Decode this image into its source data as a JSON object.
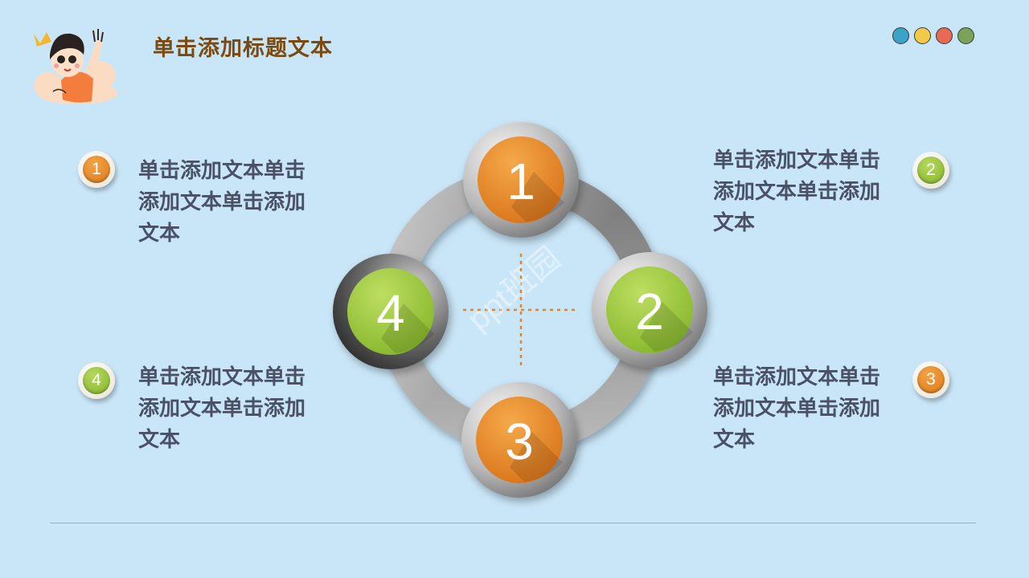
{
  "title": "单击添加标题文本",
  "watermark": "ppt班园",
  "colors": {
    "background": "#c9e6f8",
    "title": "#7a4a10",
    "body_text": "#4a5166",
    "orange": "#e0811f",
    "green": "#95c23d",
    "rule": "#d9a25c",
    "dots": [
      "#3aa3c8",
      "#f3c948",
      "#e86a55",
      "#7aa357"
    ]
  },
  "items": [
    {
      "number": "1",
      "text": "单击添加文本单击添加文本单击添加文本",
      "color": "orange"
    },
    {
      "number": "2",
      "text": "单击添加文本单击添加文本单击添加文本",
      "color": "green"
    },
    {
      "number": "3",
      "text": "单击添加文本单击添加文本单击添加文本",
      "color": "orange"
    },
    {
      "number": "4",
      "text": "单击添加文本单击添加文本单击添加文本",
      "color": "green"
    }
  ],
  "diagram": {
    "nodes": [
      {
        "number": "1",
        "color": "orange"
      },
      {
        "number": "2",
        "color": "green"
      },
      {
        "number": "3",
        "color": "orange"
      },
      {
        "number": "4",
        "color": "green"
      }
    ]
  },
  "icons": [
    "cartoon-character-icon"
  ]
}
